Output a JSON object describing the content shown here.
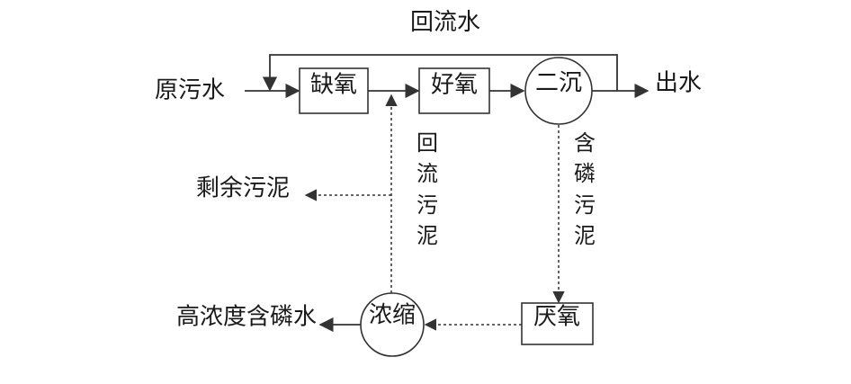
{
  "diagram": {
    "title": "",
    "inputs": {
      "raw_water": "原污水",
      "outlet_water": "出水"
    },
    "nodes": {
      "anoxic": "缺氧",
      "aerobic": "好氧",
      "secondary_clarifier": "二沉",
      "anaerobic": "厌氧",
      "thickener": "浓缩"
    },
    "flows": {
      "return_water": "回流水",
      "return_sludge": [
        "回",
        "流",
        "污",
        "泥"
      ],
      "phosphorus_sludge": [
        "含",
        "磷",
        "污",
        "泥"
      ],
      "excess_sludge": "剩余污泥",
      "high_p_water": "高浓度含磷水"
    }
  }
}
